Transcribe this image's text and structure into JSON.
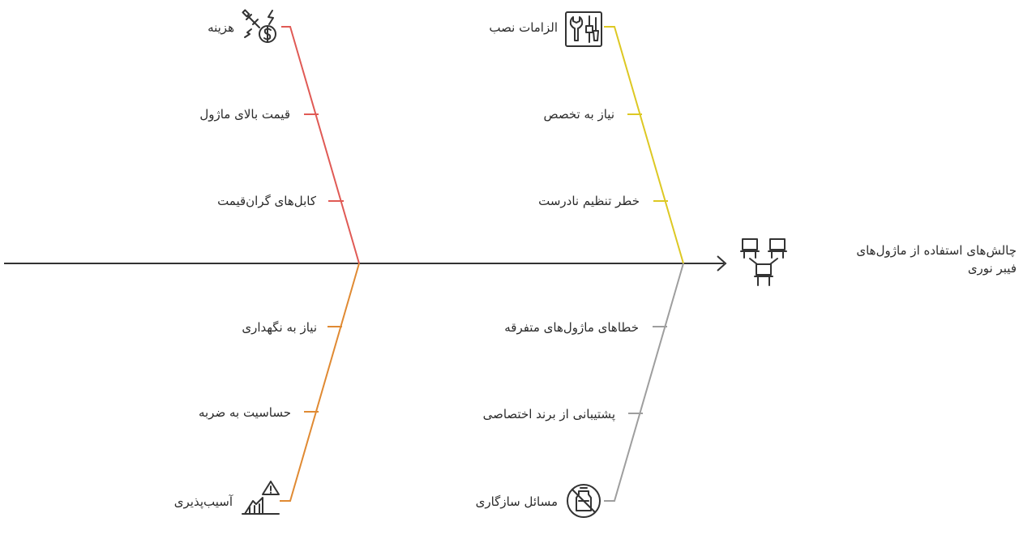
{
  "effect": {
    "line1": "چالش‌های استفاده از ماژول‌های",
    "line2": "فیبر نوری",
    "icon": "network-computers-icon"
  },
  "colors": {
    "spine": "#333333",
    "cost": "#e05a55",
    "installation": "#ddc823",
    "vulnerability": "#e08a33",
    "compatibility": "#9e9e9e"
  },
  "categories": [
    {
      "id": "cost",
      "title": "هزینه",
      "icon": "cost-tools-icon",
      "causes": [
        "قیمت بالای ماژول",
        "کابل‌های گران‌قیمت"
      ]
    },
    {
      "id": "installation",
      "title": "الزامات نصب",
      "icon": "installation-tools-icon",
      "causes": [
        "نیاز به تخصص",
        "خطر تنظیم نادرست"
      ]
    },
    {
      "id": "vulnerability",
      "title": "آسیب‌پذیری",
      "icon": "warning-hazard-icon",
      "causes": [
        "نیاز به نگهداری",
        "حساسیت به ضربه"
      ]
    },
    {
      "id": "compatibility",
      "title": "مسائل سازگاری",
      "icon": "incompatible-bottle-icon",
      "causes": [
        "خطاهای ماژول‌های متفرقه",
        "پشتیبانی از برند اختصاصی"
      ]
    }
  ]
}
